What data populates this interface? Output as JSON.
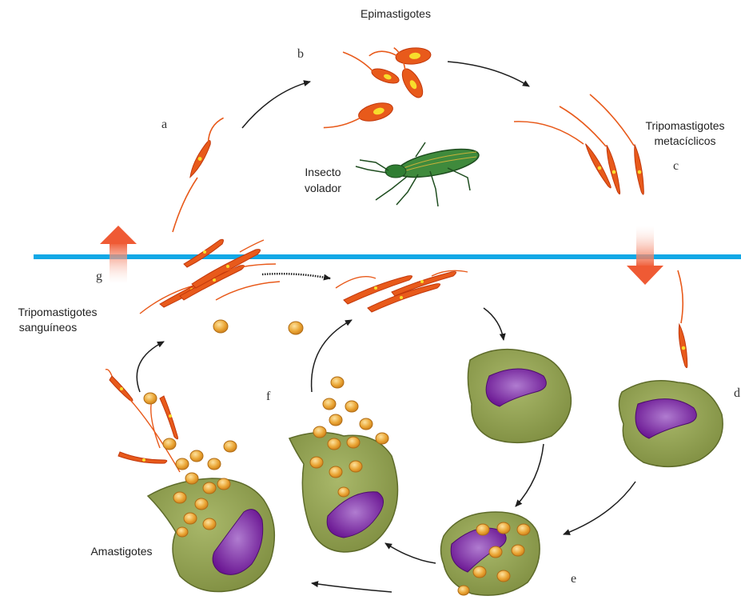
{
  "labels": {
    "epimastigotes": "Epimastigotes",
    "tripo_meta_1": "Tripomastigotes",
    "tripo_meta_2": "metacíclicos",
    "insecto_1": "Insecto",
    "insecto_2": "volador",
    "tripo_sang_1": "Tripomastigotes",
    "tripo_sang_2": "sanguíneos",
    "amastigotes": "Amastigotes"
  },
  "letters": {
    "a": "a",
    "b": "b",
    "c": "c",
    "d": "d",
    "e": "e",
    "f": "f",
    "g": "g"
  },
  "colors": {
    "boundary_line": "#12a8e6",
    "parasite": "#e85a1b",
    "parasite_dark": "#c2380c",
    "nucleus": "#f7dd2c",
    "cell_body": "#93a357",
    "cell_edge": "#5e6b2a",
    "cell_nucleus": "#7a1fa0",
    "amastigote": "#e8a232",
    "arrow": "#1e1e1e",
    "insect": "#2f7d32",
    "transfer_arrow": "#ef5a34"
  },
  "icons": [
    "insect-icon",
    "parasite-icon",
    "host-cell-icon",
    "amastigote-icon",
    "transfer-arrow-up-icon",
    "transfer-arrow-down-icon"
  ]
}
